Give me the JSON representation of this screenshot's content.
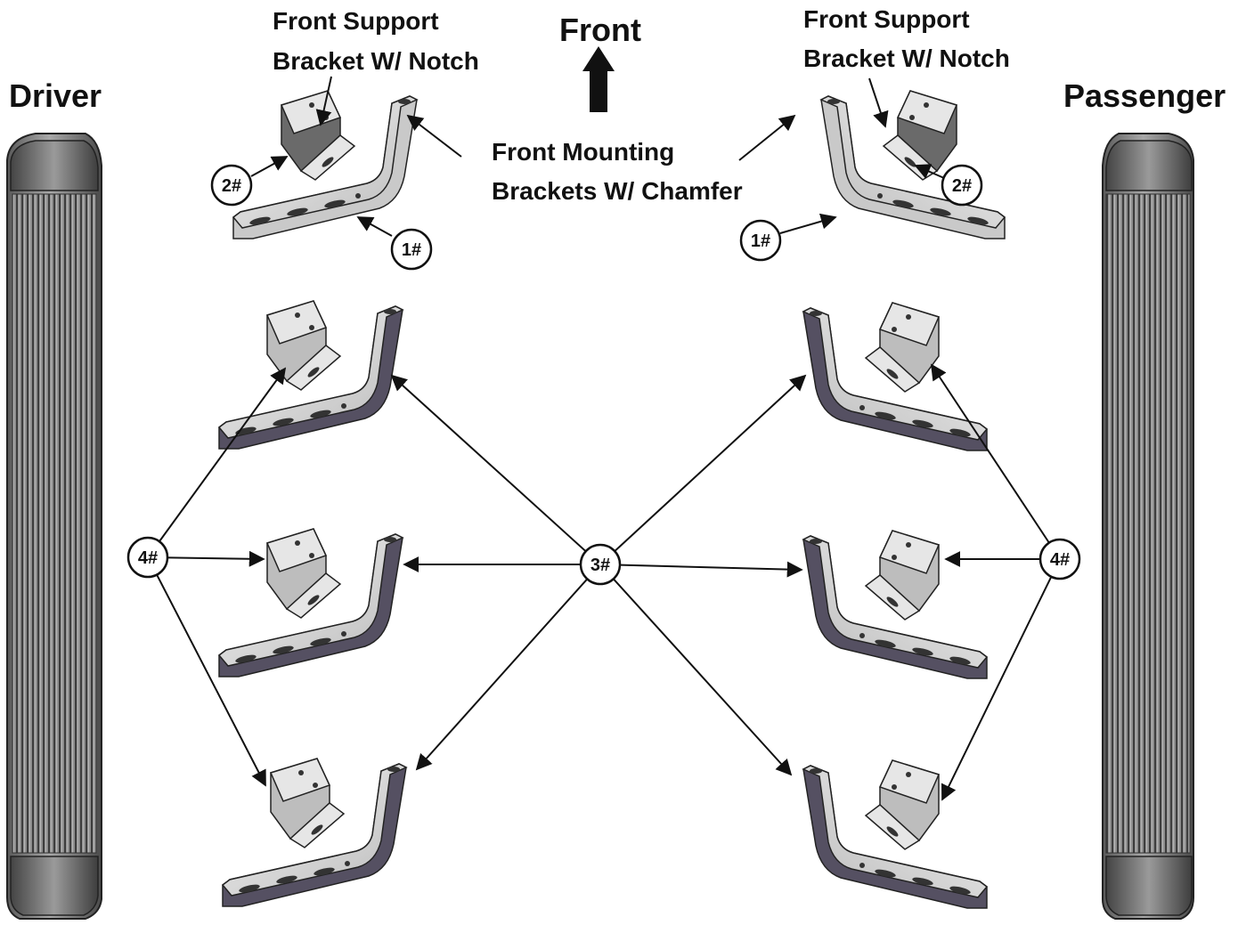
{
  "title": "Front",
  "sides": {
    "left": "Driver",
    "right": "Passenger"
  },
  "captions": {
    "front_support_left": [
      "Front Support",
      "Bracket W/ Notch"
    ],
    "front_support_right": [
      "Front Support",
      "Bracket W/ Notch"
    ],
    "front_mounting": [
      "Front Mounting",
      "Brackets W/ Chamfer"
    ]
  },
  "callouts": {
    "part1": "1#",
    "part2": "2#",
    "part3": "3#",
    "part4": "4#"
  },
  "colors": {
    "ink": "#111111",
    "bracket_light": "#e2e2e2",
    "bracket_dark": "#555062",
    "board_body": "#8c8c8c",
    "board_cap": "#6f6f6f"
  }
}
